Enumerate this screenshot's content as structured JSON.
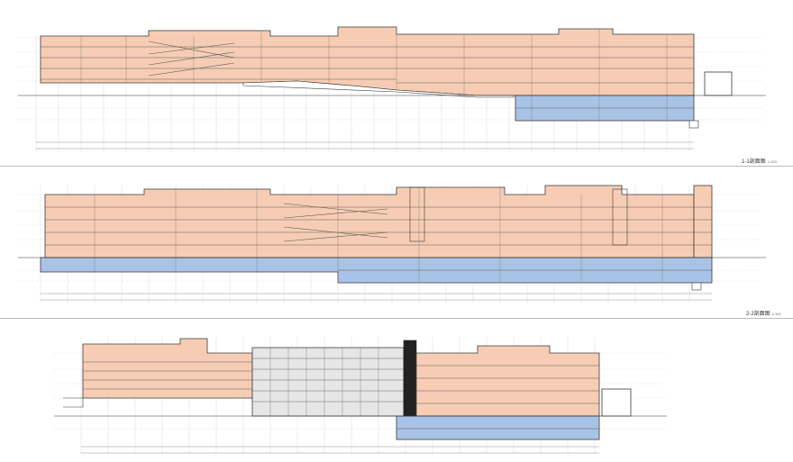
{
  "colors": {
    "above_ground": "#f6cdb4",
    "basement": "#a9c3e6",
    "line": "#3a3a3a",
    "grid": "#c8c8c8",
    "dark_core": "#222222",
    "ramp_hatch": "#e6e6e6"
  },
  "sections": [
    {
      "id": "section-1",
      "caption": "1-1剖面图",
      "scale": "1:100"
    },
    {
      "id": "section-2",
      "caption": "2-2剖面图",
      "scale": "1:100"
    },
    {
      "id": "section-3",
      "caption": "",
      "scale": ""
    }
  ]
}
